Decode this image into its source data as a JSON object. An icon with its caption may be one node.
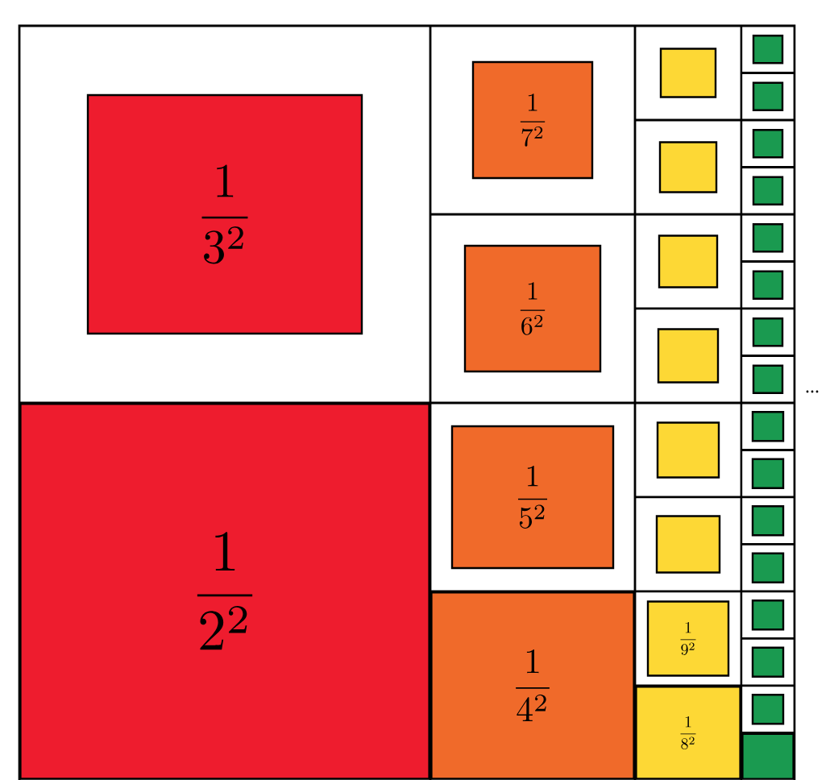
{
  "diagram": {
    "nodes": [
      {
        "text": [
          "\\frac{1}{3^2}"
        ]
      },
      {
        "text": [
          "\\frac{1}{2^2}"
        ]
      },
      {
        "text": [
          "\\frac{1}{7^2}"
        ]
      },
      {
        "text": [
          "\\frac{1}{6^2}"
        ]
      },
      {
        "text": [
          "\\frac{1}{5^2}"
        ]
      },
      {
        "text": [
          "\\frac{1}{4^2}"
        ]
      },
      {
        "text": [],
        "shape": "box"
      },
      {
        "text": [],
        "shape": "box"
      },
      {
        "text": [],
        "shape": "box"
      },
      {
        "text": [],
        "shape": "box"
      },
      {
        "text": [],
        "shape": "box"
      },
      {
        "text": [],
        "shape": "box"
      },
      {
        "text": [
          "\\frac{1}{9^2}"
        ]
      },
      {
        "text": [
          "\\frac{1}{8^2}"
        ]
      },
      {
        "text": [],
        "shape": "box"
      },
      {
        "text": [],
        "shape": "box"
      },
      {
        "text": [],
        "shape": "box"
      },
      {
        "text": [],
        "shape": "box"
      },
      {
        "text": [],
        "shape": "box"
      },
      {
        "text": [],
        "shape": "box"
      },
      {
        "text": [],
        "shape": "box"
      },
      {
        "text": [],
        "shape": "box"
      },
      {
        "text": [],
        "shape": "box"
      },
      {
        "text": [],
        "shape": "box"
      },
      {
        "text": [],
        "shape": "box"
      },
      {
        "text": [],
        "shape": "box"
      },
      {
        "text": [],
        "shape": "box"
      },
      {
        "text": [],
        "shape": "box"
      },
      {
        "text": [],
        "shape": "box"
      },
      {
        "text": [],
        "shape": "box"
      }
    ],
    "labels": [
      "..."
    ]
  }
}
